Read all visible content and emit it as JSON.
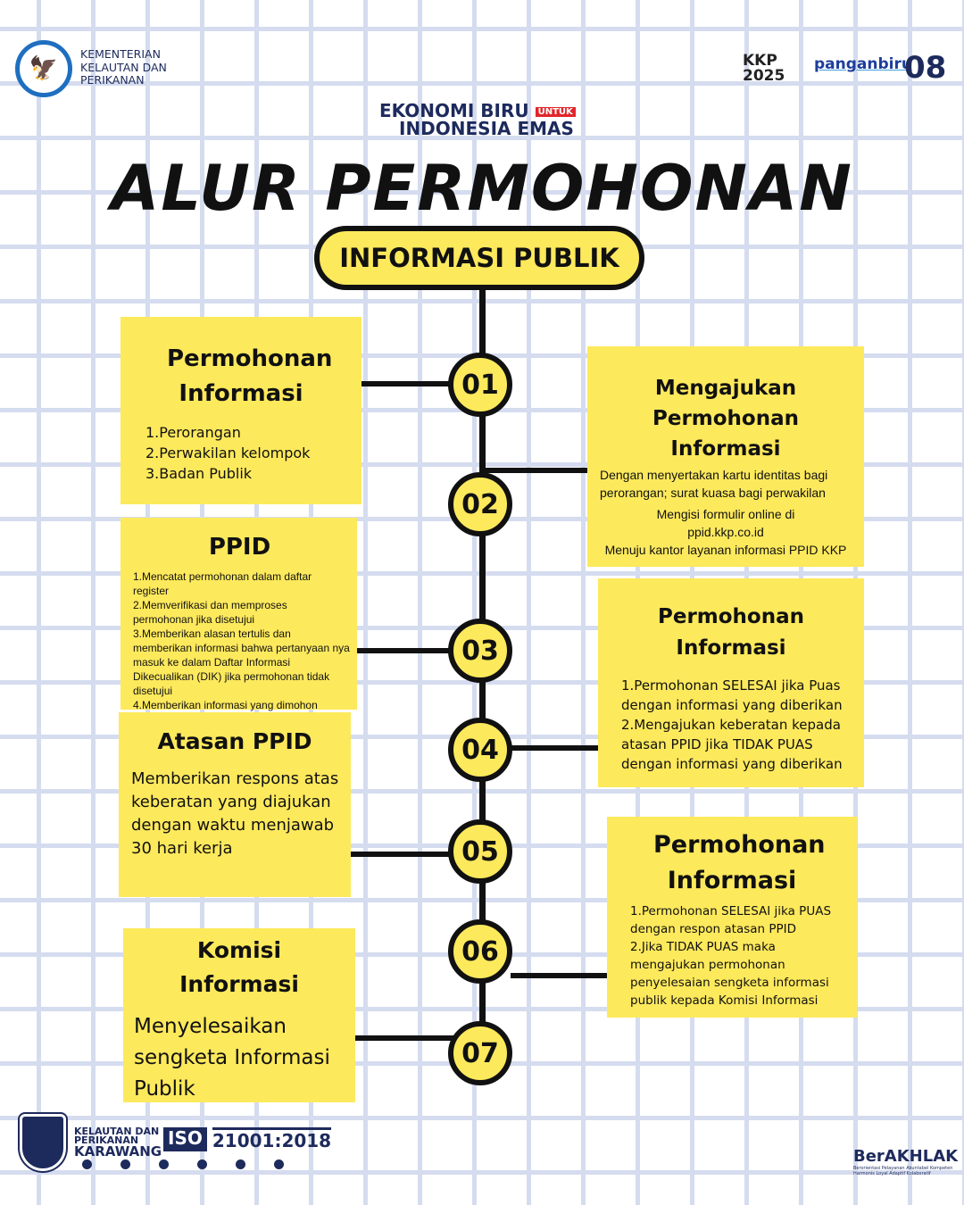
{
  "header": {
    "ministry": [
      "KEMENTERIAN",
      "KELAUTAN DAN",
      "PERIKANAN"
    ],
    "partner_logos": [
      "KKP 2025",
      "panganbiru",
      "08"
    ],
    "tagline": {
      "line1": "EKONOMI BIRU",
      "untuk": "UNTUK",
      "line2": "INDONESIA EMAS"
    },
    "title": "ALUR PERMOHONAN",
    "subtitle": "INFORMASI PUBLIK"
  },
  "steps": [
    {
      "num": "01",
      "title": "Permohonan Informasi",
      "items": [
        "1.Perorangan",
        "2.Perwakilan kelompok",
        "3.Badan Publik"
      ]
    },
    {
      "num": "02",
      "title": "Mengajukan Permohonan Informasi",
      "text": "Dengan menyertakan kartu identitas bagi perorangan; surat kuasa bagi perwakilan",
      "extra": [
        "Mengisi formulir online di ppid.kkp.co.id",
        "Menuju kantor layanan informasi PPID KKP"
      ]
    },
    {
      "num": "03",
      "title": "PPID",
      "items": [
        "1.Mencatat permohonan dalam daftar register",
        "2.Memverifikasi dan memproses permohonan jika disetujui",
        "3.Memberikan alasan tertulis dan memberikan informasi bahwa pertanyaan nya masuk ke dalam Daftar Informasi Dikecualikan (DIK) jika permohonan tidak disetujui",
        "4.Memberikan informasi yang dimohon"
      ]
    },
    {
      "num": "04",
      "title": "Permohonan Informasi",
      "items": [
        "1.Permohonan SELESAI jika Puas dengan informasi yang diberikan",
        "2.Mengajukan keberatan kepada atasan PPID jika TIDAK PUAS dengan informasi yang diberikan"
      ]
    },
    {
      "num": "05",
      "title": "Atasan PPID",
      "text": "Memberikan respons atas keberatan yang diajukan dengan waktu menjawab 30 hari kerja"
    },
    {
      "num": "06",
      "title": "Permohonan Informasi",
      "items": [
        "1.Permohonan SELESAI jika PUAS dengan respon atasan PPID",
        "2.Jika TIDAK PUAS maka mengajukan permohonan penyelesaian sengketa informasi publik kepada Komisi Informasi"
      ]
    },
    {
      "num": "07",
      "title": "Komisi Informasi",
      "text": "Menyelesaikan sengketa Informasi Publik"
    }
  ],
  "footer": {
    "org": [
      "KELAUTAN DAN",
      "PERIKANAN",
      "KARAWANG"
    ],
    "iso": "ISO",
    "iso_num": "21001:2018",
    "berakhlak": "BerAKHLAK",
    "berakhlak_sub": "Berorientasi Pelayanan Akuntabel Kompeten Harmonis Loyal Adaptif Kolaboratif"
  },
  "colors": {
    "yellow": "#fde95c",
    "navy": "#1d2a5c",
    "blue": "#1f6fc0"
  }
}
